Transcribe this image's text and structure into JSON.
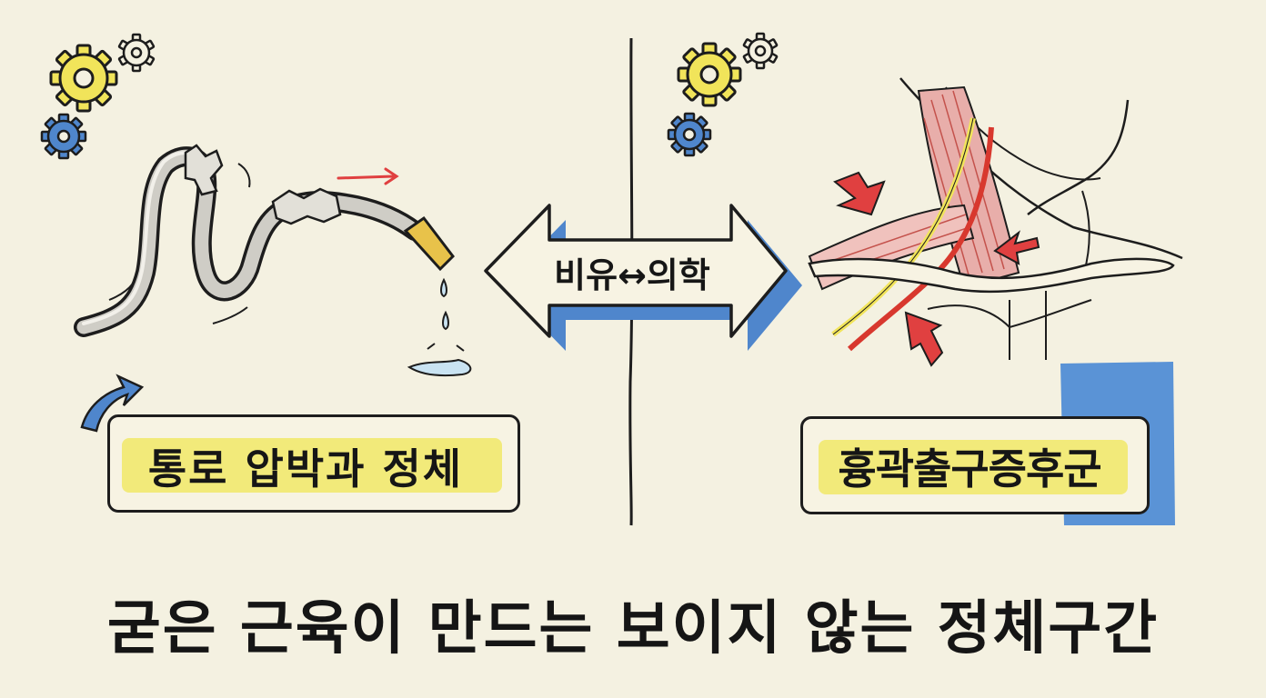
{
  "left_panel": {
    "label": "통로 압박과 정체",
    "illustration": "garden-hose-kinked"
  },
  "center": {
    "arrow_text": "비유↔의학"
  },
  "right_panel": {
    "label": "흉곽출구증후군",
    "illustration": "neck-anatomy-compressed"
  },
  "caption": "굳은 근육이 만드는 보이지 않는 정체구간",
  "colors": {
    "background": "#f4f1e1",
    "gear_yellow": "#f1e45a",
    "gear_blue": "#4f86cc",
    "highlight": "#f2ea7a",
    "accent_red": "#e04040",
    "accent_blue": "#5a93d6",
    "ink": "#1d1d1d"
  }
}
